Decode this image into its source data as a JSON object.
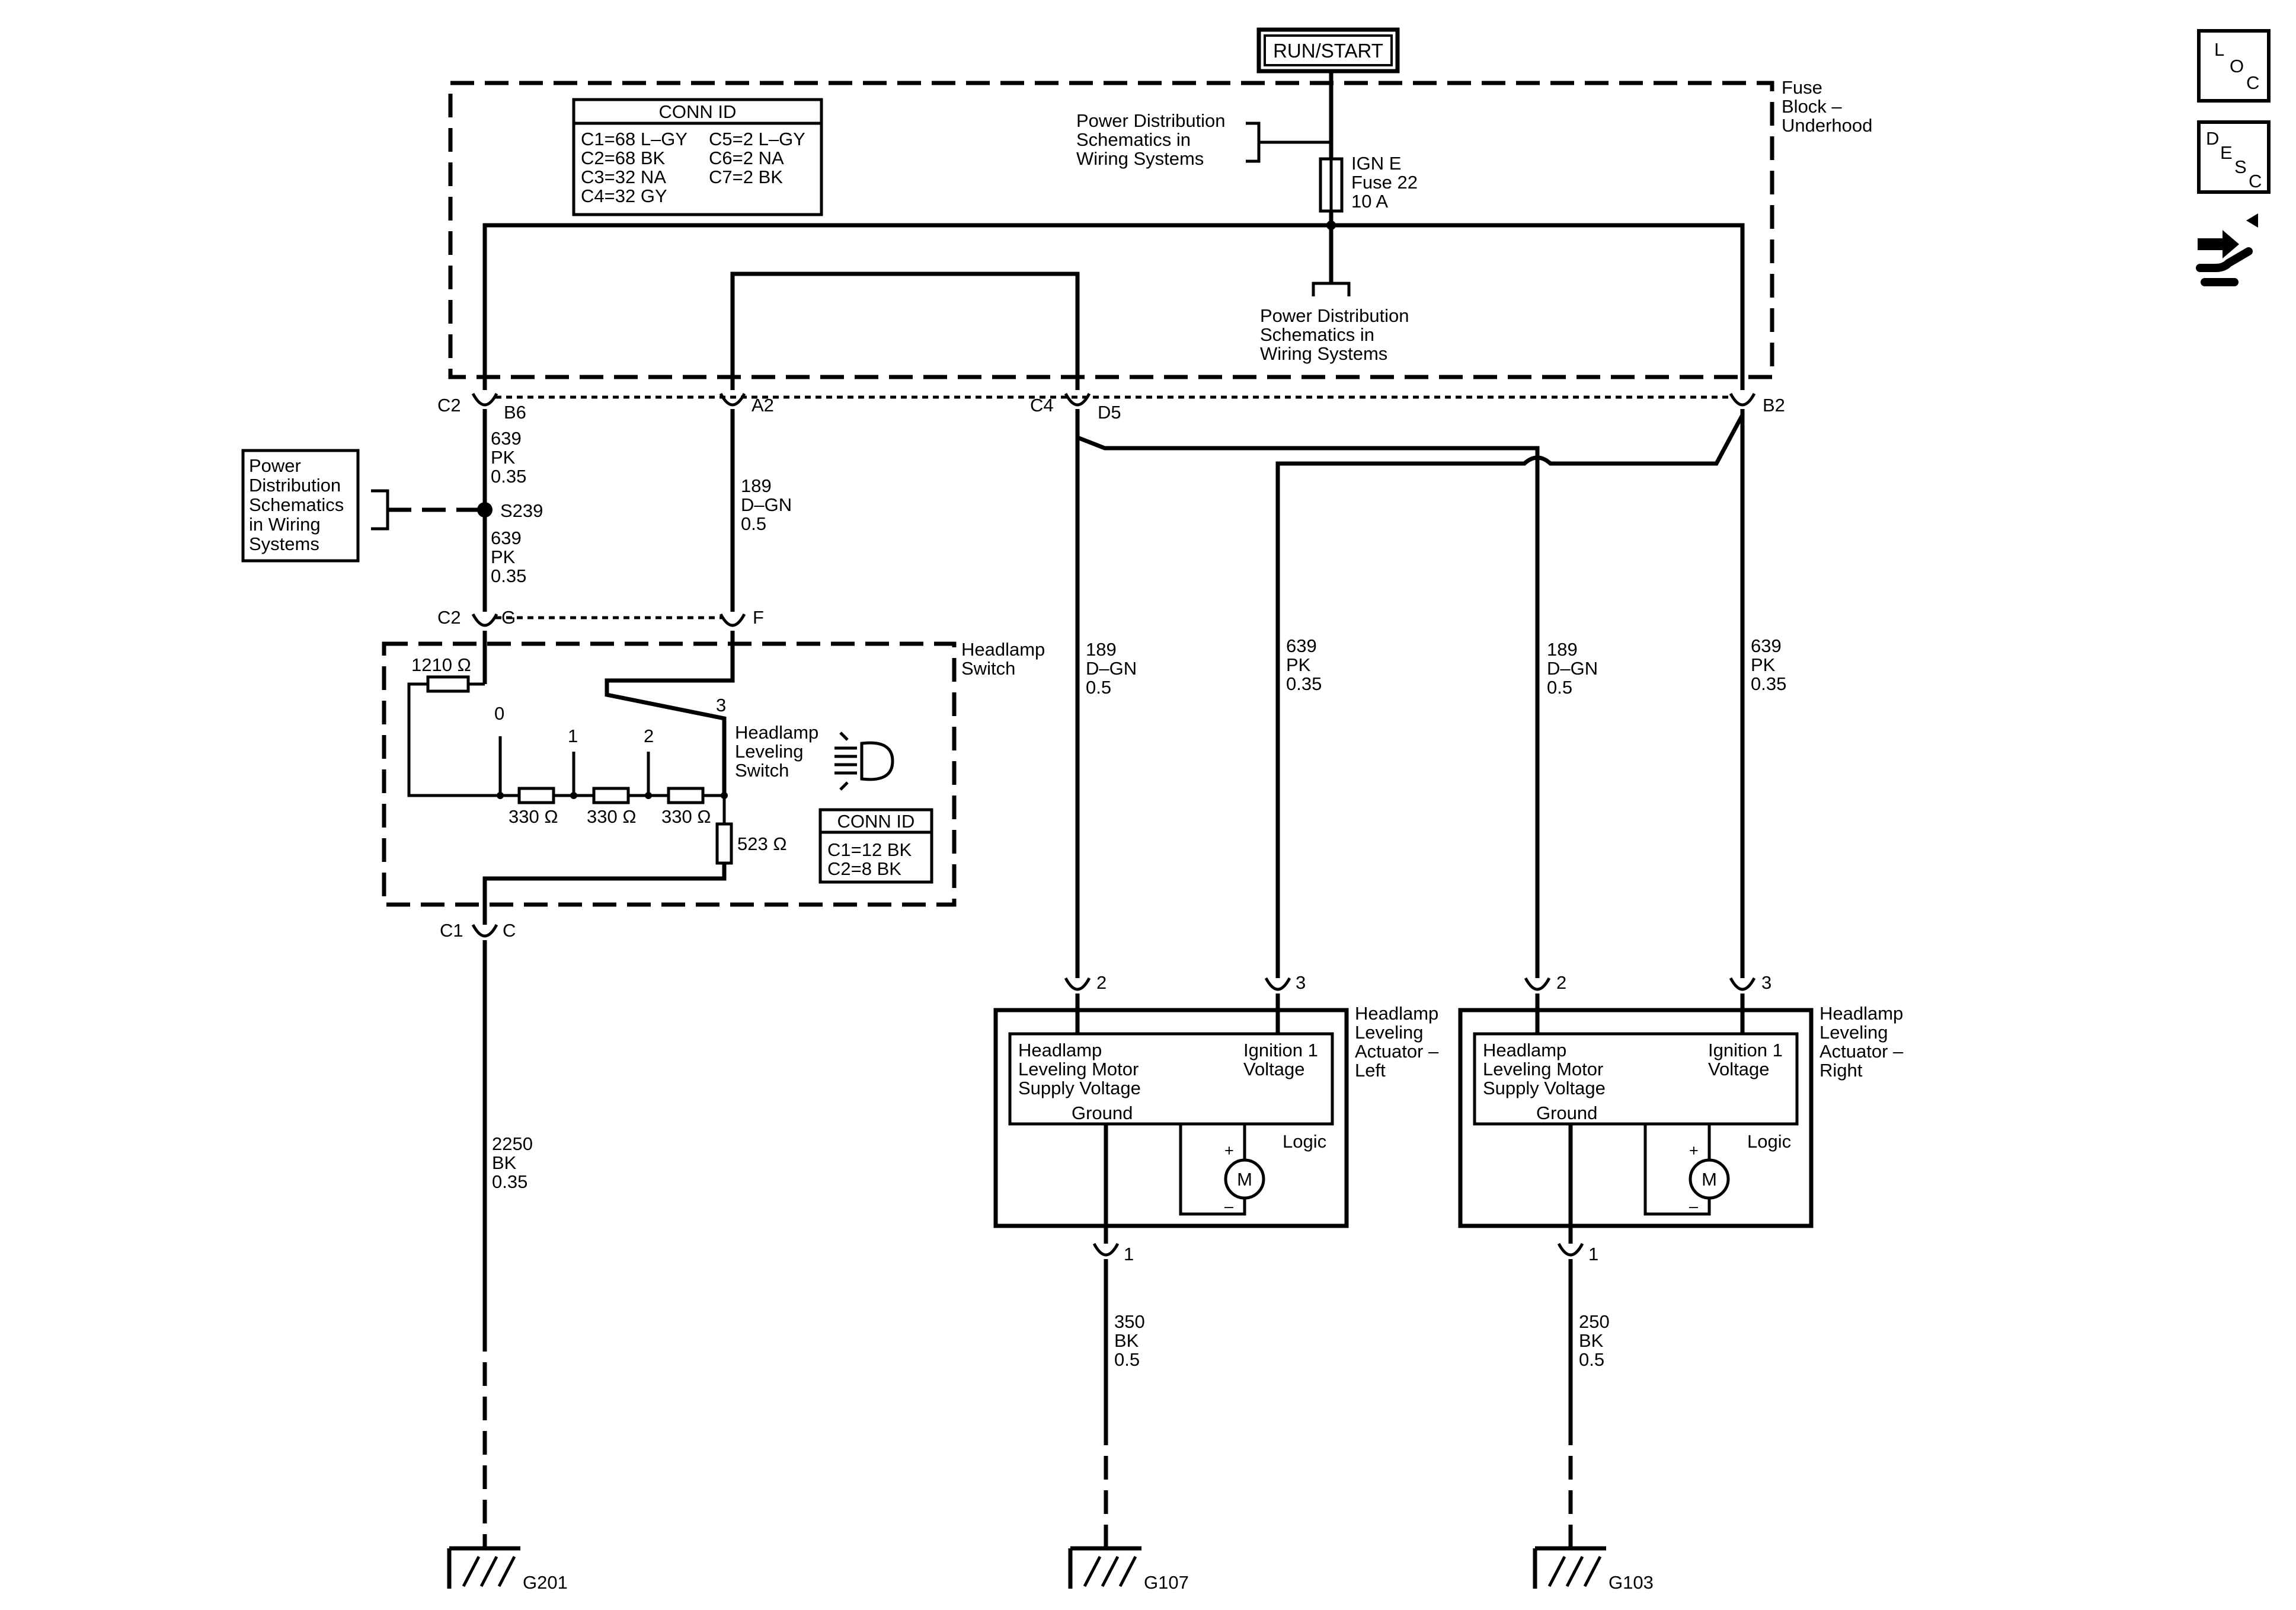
{
  "power": {
    "run_start": "RUN/START"
  },
  "fuse_block": {
    "label_1": "Fuse",
    "label_2": "Block –",
    "label_3": "Underhood",
    "conn_id_title": "CONN ID",
    "conn_ids_left": [
      "C1=68 L–GY",
      "C2=68 BK",
      "C3=32 NA",
      "C4=32 GY"
    ],
    "conn_ids_right": [
      "C5=2 L–GY",
      "C6=2 NA",
      "C7=2 BK"
    ],
    "fuse_lines": [
      "IGN E",
      "Fuse 22",
      "10 A"
    ],
    "pd_ref_top": [
      "Power Distribution",
      "Schematics in",
      "Wiring Systems"
    ],
    "pd_ref_bottom": [
      "Power Distribution",
      "Schematics in",
      "Wiring Systems"
    ]
  },
  "connectors": {
    "c2": "C2",
    "b6": "B6",
    "a2": "A2",
    "c4": "C4",
    "d5": "D5",
    "b2": "B2",
    "c2_lower": "C2",
    "g": "G",
    "f": "F",
    "c1": "C1",
    "c": "C"
  },
  "splice": {
    "label": "S239",
    "pd_ref": [
      "Power",
      "Distribution",
      "Schematics",
      "in Wiring",
      "Systems"
    ]
  },
  "wires": {
    "w639_upper": [
      "639",
      "PK",
      "0.35"
    ],
    "w639_lower": [
      "639",
      "PK",
      "0.35"
    ],
    "w189_a2": [
      "189",
      "D–GN",
      "0.5"
    ],
    "w189_left_act": [
      "189",
      "D–GN",
      "0.5"
    ],
    "w639_left_act": [
      "639",
      "PK",
      "0.35"
    ],
    "w189_right_act": [
      "189",
      "D–GN",
      "0.5"
    ],
    "w639_right_act": [
      "639",
      "PK",
      "0.35"
    ],
    "w2250": [
      "2250",
      "BK",
      "0.35"
    ],
    "w350": [
      "350",
      "BK",
      "0.5"
    ],
    "w250": [
      "250",
      "BK",
      "0.5"
    ]
  },
  "headlamp_switch": {
    "title": [
      "Headlamp",
      "Switch"
    ],
    "leveling_switch": [
      "Headlamp",
      "Leveling",
      "Switch"
    ],
    "r1210": "1210 Ω",
    "r330": [
      "330 Ω",
      "330 Ω",
      "330 Ω"
    ],
    "r523": "523 Ω",
    "positions": [
      "0",
      "1",
      "2",
      "3"
    ],
    "conn_id_title": "CONN ID",
    "conn_ids": [
      "C1=12 BK",
      "C2=8 BK"
    ]
  },
  "actuator_left": {
    "title": [
      "Headlamp",
      "Leveling",
      "Actuator –",
      "Left"
    ],
    "motor_supply": [
      "Headlamp",
      "Leveling Motor",
      "Supply Voltage"
    ],
    "ignition": [
      "Ignition 1",
      "Voltage"
    ],
    "ground": "Ground",
    "logic": "Logic",
    "pin_2": "2",
    "pin_3": "3",
    "pin_1": "1"
  },
  "actuator_right": {
    "title": [
      "Headlamp",
      "Leveling",
      "Actuator –",
      "Right"
    ],
    "motor_supply": [
      "Headlamp",
      "Leveling Motor",
      "Supply Voltage"
    ],
    "ignition": [
      "Ignition 1",
      "Voltage"
    ],
    "ground": "Ground",
    "logic": "Logic",
    "pin_2": "2",
    "pin_3": "3",
    "pin_1": "1"
  },
  "motor": {
    "symbol": "M",
    "plus": "+",
    "minus": "–"
  },
  "grounds": {
    "g201": "G201",
    "g107": "G107",
    "g103": "G103"
  },
  "icons": {
    "loc": {
      "l": "L",
      "o": "O",
      "c": "C"
    },
    "desc": {
      "d": "D",
      "e": "E",
      "s": "S",
      "c": "C"
    },
    "names": [
      "loc-icon",
      "desc-icon",
      "connector-navigation-icon"
    ]
  }
}
